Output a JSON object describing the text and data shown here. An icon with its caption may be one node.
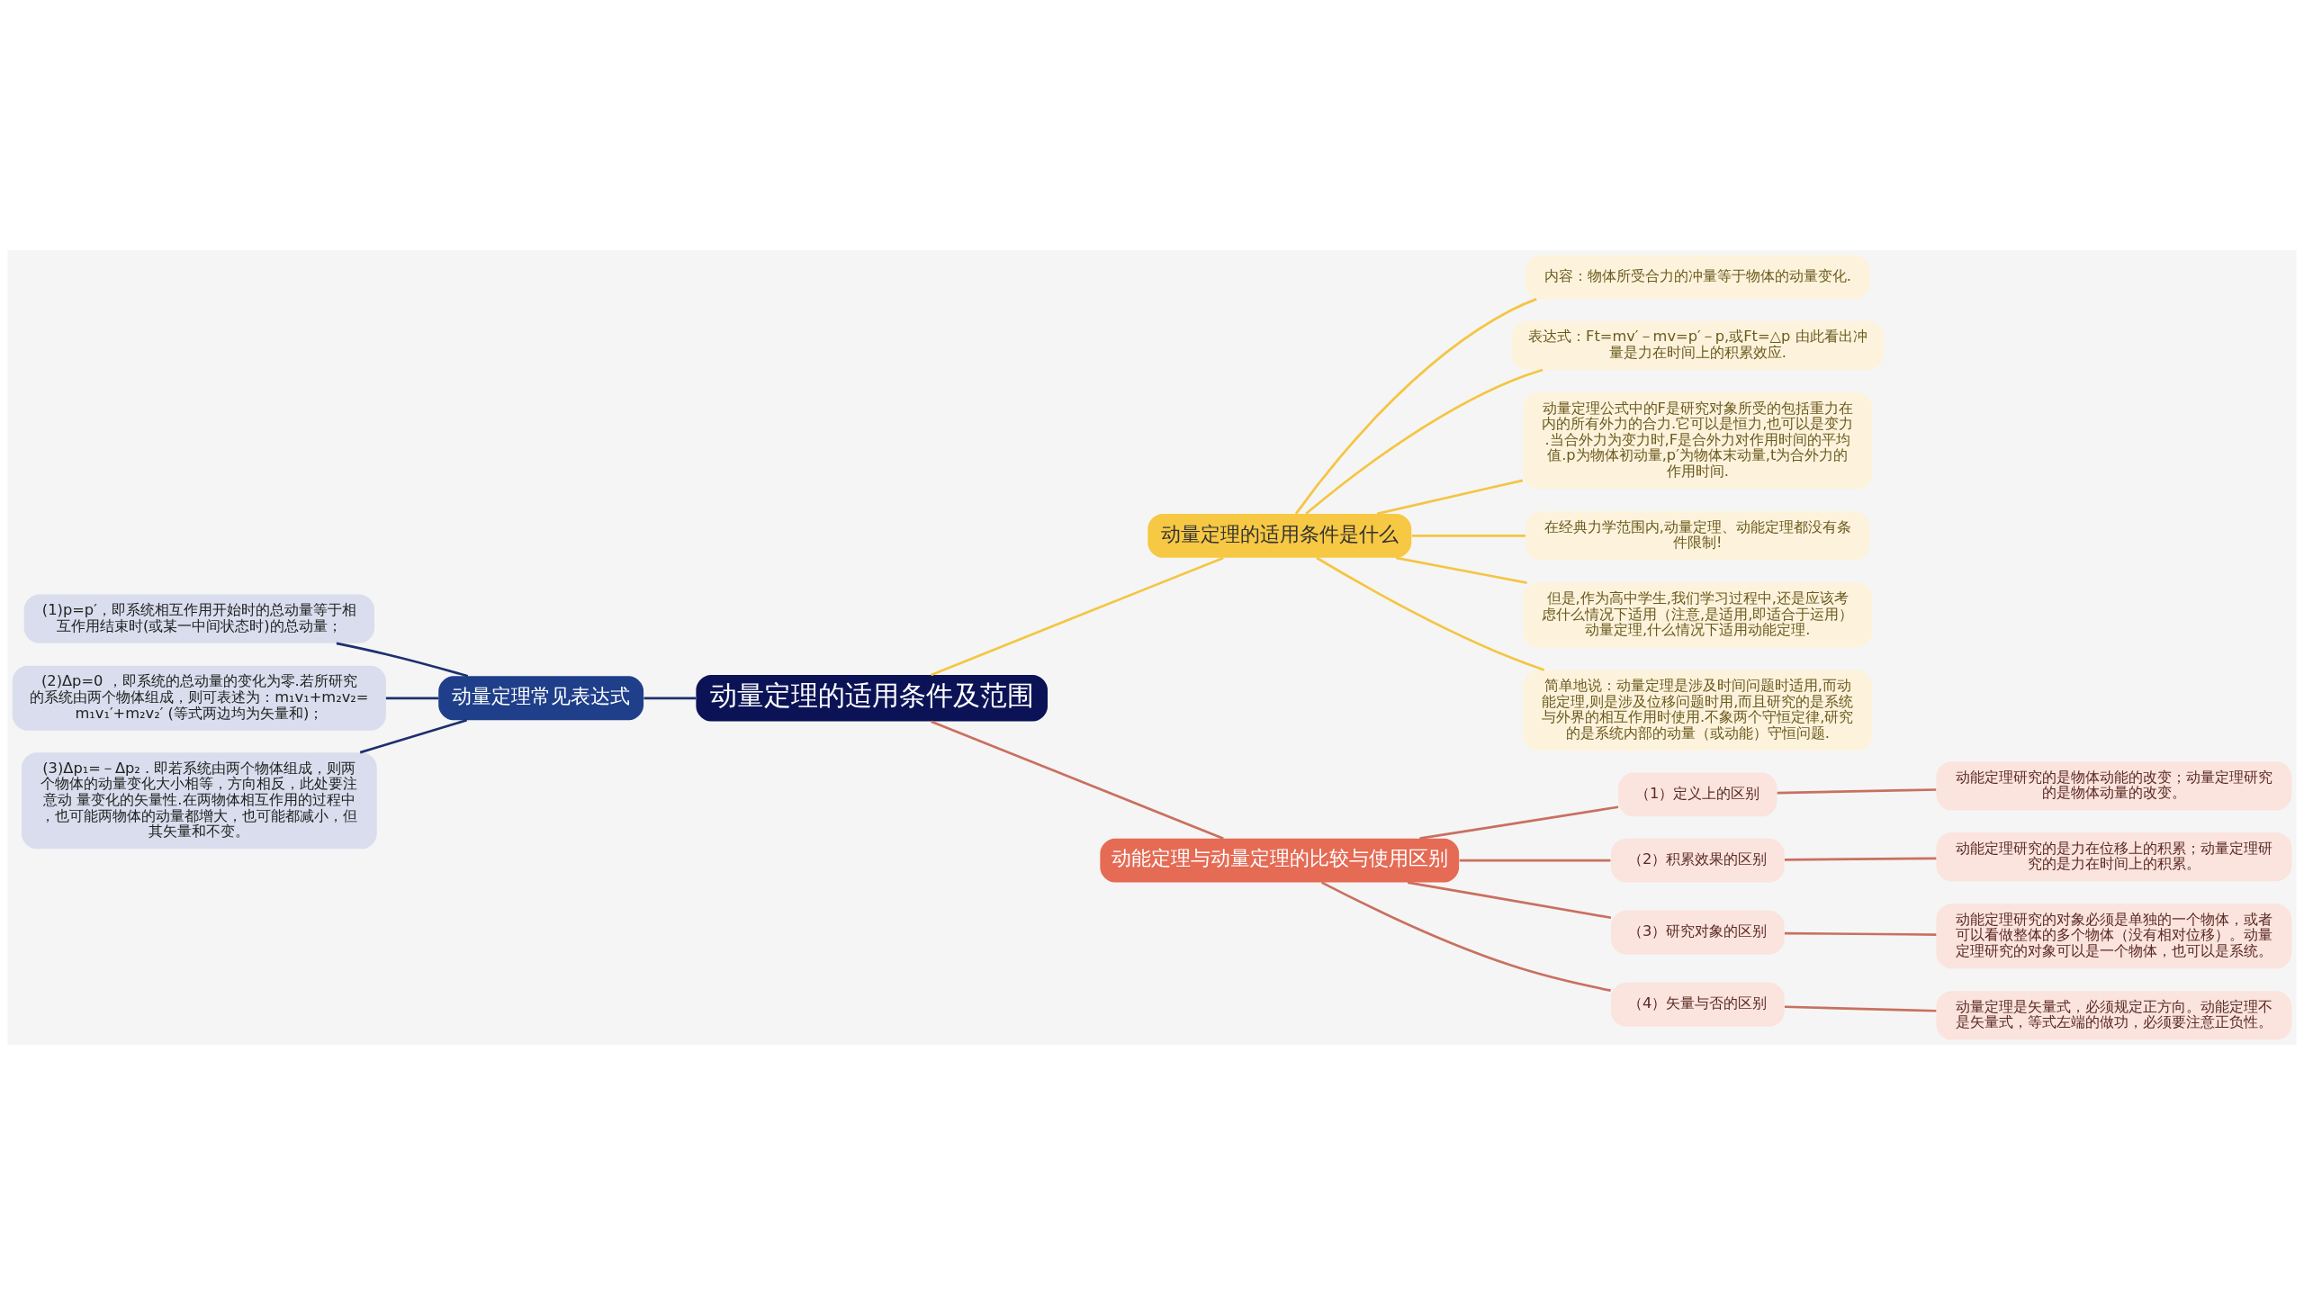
{
  "diagram": {
    "nodes": [
      {
        "text": [
          "动量定理的适用条件及范围"
        ]
      },
      {
        "text": [
          "动量定理的适用条件是什么"
        ]
      },
      {
        "text": [
          "内容：物体所受合力的冲量等于物体的动量变化."
        ]
      },
      {
        "text": [
          "表达式：Ft=mv′－mv=p′－p,或Ft=△p 由此看出冲量是力在时间上的积累效应."
        ]
      },
      {
        "text": [
          "动量定理公式中的F是研究对象所受的包括重力在内的所有外力的合力.它可以是恒力,也可以是变力.当合外力为变力时,F是合外力对作用时间的平均值.p为物体初动量,p′为物体末动量,t为合外力的作用时间."
        ]
      },
      {
        "text": [
          "在经典力学范围内,动量定理、动能定理都没有条件限制!"
        ]
      },
      {
        "text": [
          "但是,作为高中学生,我们学习过程中,还是应该考虑什么情况下适用（注意,是适用,即适合于运用）动量定理,什么情况下适用动能定理."
        ]
      },
      {
        "text": [
          "简单地说：动量定理是涉及时间问题时适用,而动能定理,则是涉及位移问题时用,而且研究的是系统与外界的相互作用时使用.不象两个守恒定律,研究的是系统内部的动量（或动能）守恒问题."
        ]
      },
      {
        "text": [
          "动能定理与动量定理的比较与使用区别"
        ]
      },
      {
        "text": [
          "（1）定义上的区别"
        ]
      },
      {
        "text": [
          "动能定理研究的是物体动能的改变；动量定理研究的是物体动量的改变。"
        ]
      },
      {
        "text": [
          "（2）积累效果的区别"
        ]
      },
      {
        "text": [
          "动能定理研究的是力在位移上的积累；动量定理研究的是力在时间上的积累。"
        ]
      },
      {
        "text": [
          "（3）研究对象的区别"
        ]
      },
      {
        "text": [
          "动能定理研究的对象必须是单独的一个物体，或者可以看做整体的多个物体（没有相对位移）。动量定理研究的对象可以是一个物体，也可以是系统。"
        ]
      },
      {
        "text": [
          "（4）矢量与否的区别"
        ]
      },
      {
        "text": [
          "动量定理是矢量式，必须规定正方向。动能定理不是矢量式，等式左端的做功，必须要注意正负性。"
        ]
      },
      {
        "text": [
          "动量定理常见表达式"
        ]
      },
      {
        "text": [
          "(1)p=p′，即系统相互作用开始时的总动量等于相互作用结束时(或某一中间状态时)的总动量；"
        ]
      },
      {
        "text": [
          "(2)Δp=0 ，即系统的总动量的变化为零.若所研究的系统由两个物体组成，则可表述为：m₁v₁+m₂v₂=m₁v₁′+m₂v₂′ (等式两边均为矢量和)；"
        ]
      },
      {
        "text": [
          "(3)Δp₁=－Δp₂ . 即若系统由两个物体组成，则两个物体的动量变化大小相等，方向相反，此处要注意动 量变化的矢量性.在两物体相互作用的过程中，也可能两物体的动量都增大，也可能都减小，但其矢量和不变。"
        ]
      }
    ],
    "edges": [
      {
        "from": 0,
        "to": 1,
        "arrow": "none",
        "color": "#f5c542"
      },
      {
        "from": 1,
        "to": 2,
        "arrow": "none",
        "color": "#f5c542"
      },
      {
        "from": 1,
        "to": 3,
        "arrow": "none",
        "color": "#f5c542"
      },
      {
        "from": 1,
        "to": 4,
        "arrow": "none",
        "color": "#f5c542"
      },
      {
        "from": 1,
        "to": 5,
        "arrow": "none",
        "color": "#f5c542"
      },
      {
        "from": 1,
        "to": 6,
        "arrow": "none",
        "color": "#f5c542"
      },
      {
        "from": 1,
        "to": 7,
        "arrow": "none",
        "color": "#f5c542"
      },
      {
        "from": 0,
        "to": 8,
        "arrow": "none"
      },
      {
        "from": 8,
        "to": 9,
        "arrow": "none"
      },
      {
        "from": 9,
        "to": 10,
        "arrow": "none"
      },
      {
        "from": 8,
        "to": 11,
        "arrow": "none"
      },
      {
        "from": 11,
        "to": 12,
        "arrow": "none"
      },
      {
        "from": 8,
        "to": 13,
        "arrow": "none"
      },
      {
        "from": 13,
        "to": 14,
        "arrow": "none"
      },
      {
        "from": 8,
        "to": 15,
        "arrow": "none"
      },
      {
        "from": 15,
        "to": 16,
        "arrow": "none"
      },
      {
        "from": 0,
        "to": 17,
        "arrow": "none",
        "color": "#1d2f6e"
      },
      {
        "from": 17,
        "to": 18,
        "arrow": "none",
        "color": "#1d2f6e"
      },
      {
        "from": 17,
        "to": 19,
        "arrow": "none",
        "color": "#1d2f6e"
      },
      {
        "from": 17,
        "to": 20,
        "arrow": "none",
        "color": "#1d2f6e"
      }
    ]
  }
}
